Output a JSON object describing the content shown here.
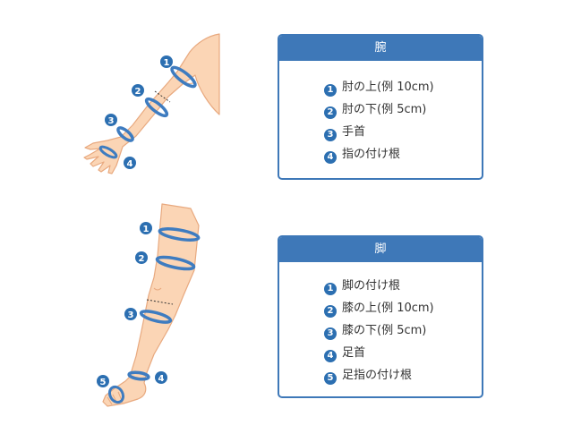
{
  "colors": {
    "accent": "#3e78b8",
    "badge": "#2c6fb1",
    "skin": "#fbd5b5",
    "skin_outline": "#e8a97f",
    "band": "#3e7cc0"
  },
  "arm_card": {
    "title": "腕",
    "items": [
      {
        "num": "1",
        "label": "肘の上(例 10cm)"
      },
      {
        "num": "2",
        "label": "肘の下(例 5cm)"
      },
      {
        "num": "3",
        "label": "手首"
      },
      {
        "num": "4",
        "label": "指の付け根"
      }
    ]
  },
  "leg_card": {
    "title": "脚",
    "items": [
      {
        "num": "1",
        "label": "脚の付け根"
      },
      {
        "num": "2",
        "label": "膝の上(例 10cm)"
      },
      {
        "num": "3",
        "label": "膝の下(例 5cm)"
      },
      {
        "num": "4",
        "label": "足首"
      },
      {
        "num": "5",
        "label": "足指の付け根"
      }
    ]
  },
  "arm_markers": [
    "1",
    "2",
    "3",
    "4"
  ],
  "leg_markers": [
    "1",
    "2",
    "3",
    "4",
    "5"
  ]
}
